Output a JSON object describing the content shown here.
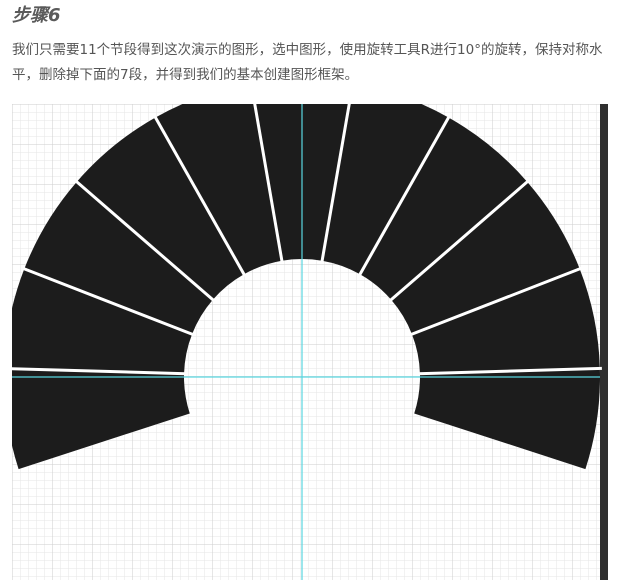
{
  "article": {
    "step_title": "步骤6",
    "paragraph": "我们只需要11个节段得到这次演示的图形，选中图形，使用旋转工具R进行10°的旋转，保持对称水平，删除掉下面的7段，并得到我们的基本创建图形框架。"
  },
  "illustration": {
    "segment_count": 11,
    "rotation_step_deg": 10,
    "colors": {
      "segment_fill": "#1c1c1c",
      "separator": "#ffffff",
      "grid_minor": "#e4e4e4",
      "grid_major": "#cfcfcf",
      "guide": "#5ad6e0",
      "ruler": "#2f2f2f"
    }
  }
}
